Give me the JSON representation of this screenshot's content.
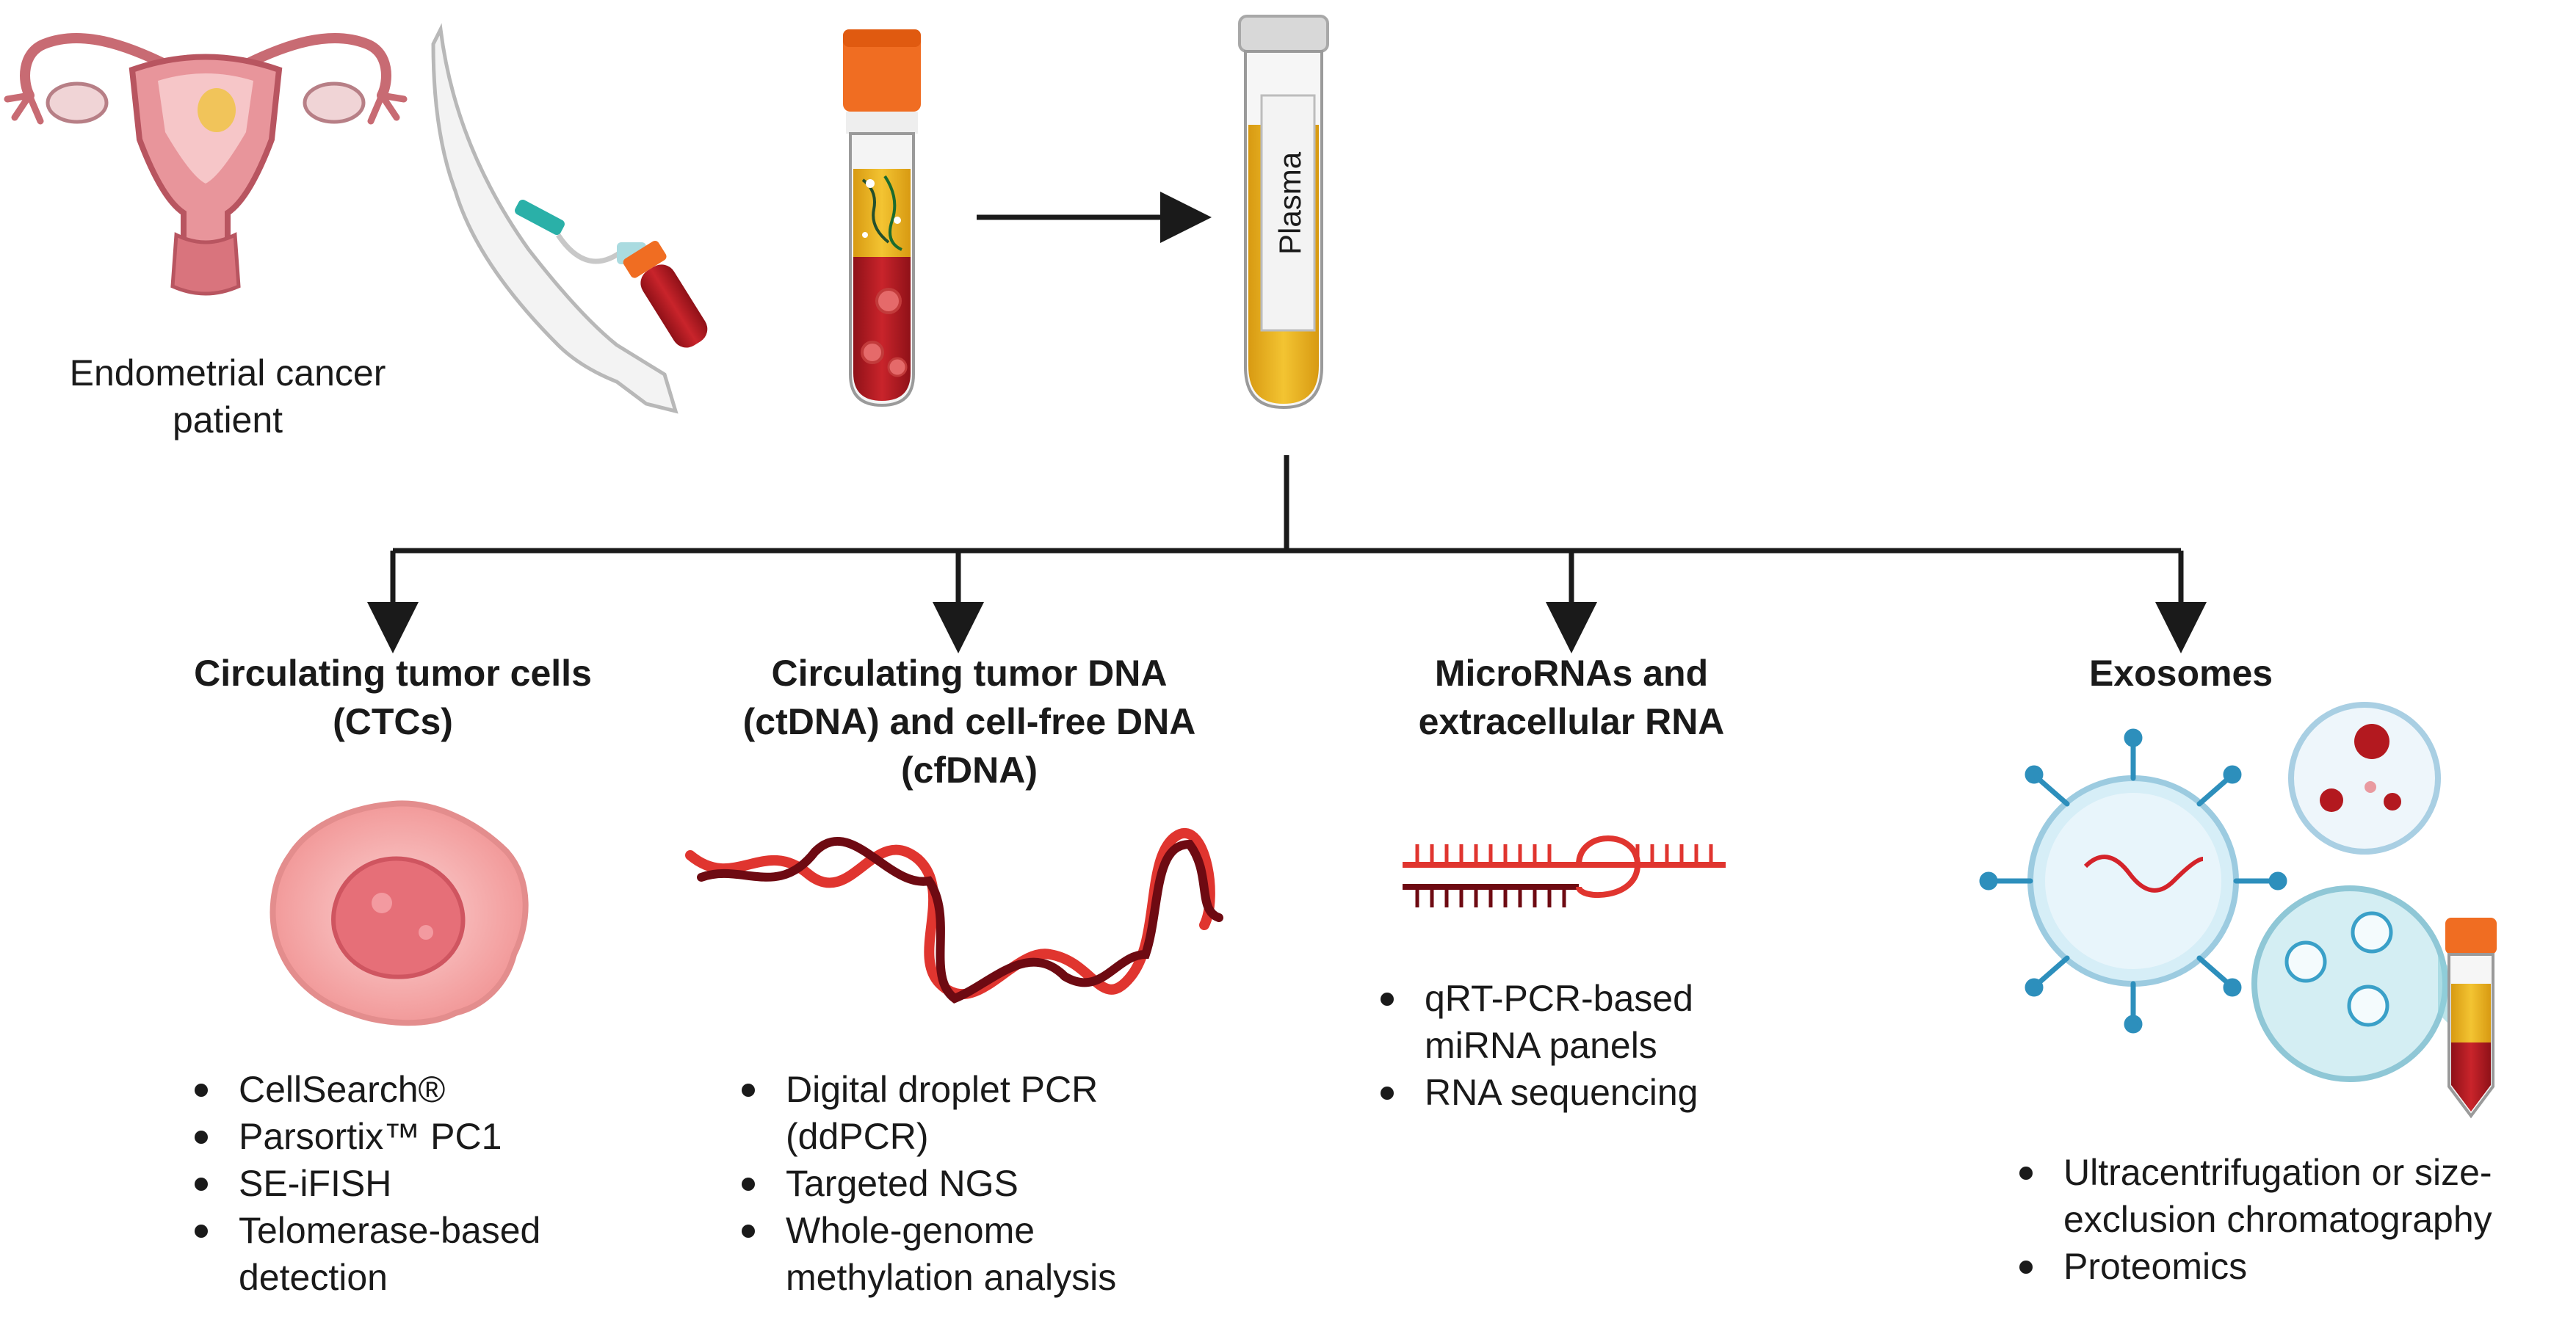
{
  "patient_label": "Endometrial cancer patient",
  "plasma_label": "Plasma",
  "branches": [
    {
      "title": "Circulating tumor cells (CTCs)",
      "items": [
        "CellSearch®",
        "Parsortix™ PC1",
        "SE-iFISH",
        "Telomerase-based detection"
      ]
    },
    {
      "title": "Circulating tumor DNA (ctDNA) and cell-free DNA (cfDNA)",
      "items": [
        "Digital droplet PCR (ddPCR)",
        "Targeted NGS",
        "Whole-genome methylation analysis"
      ]
    },
    {
      "title": "MicroRNAs and extracellular RNA",
      "items": [
        "qRT-PCR-based miRNA panels",
        "RNA sequencing"
      ]
    },
    {
      "title": "Exosomes",
      "items": [
        "Ultracentrifugation or size-exclusion chromatography",
        "Proteomics"
      ]
    }
  ],
  "colors": {
    "blood": "#b3191f",
    "plasma": "#e8b41a",
    "cap": "#f06d22",
    "dna_dark": "#6e0a12",
    "dna_light": "#e0352f",
    "cell": "#f7b5b5",
    "exosome": "#3aa0c8"
  }
}
